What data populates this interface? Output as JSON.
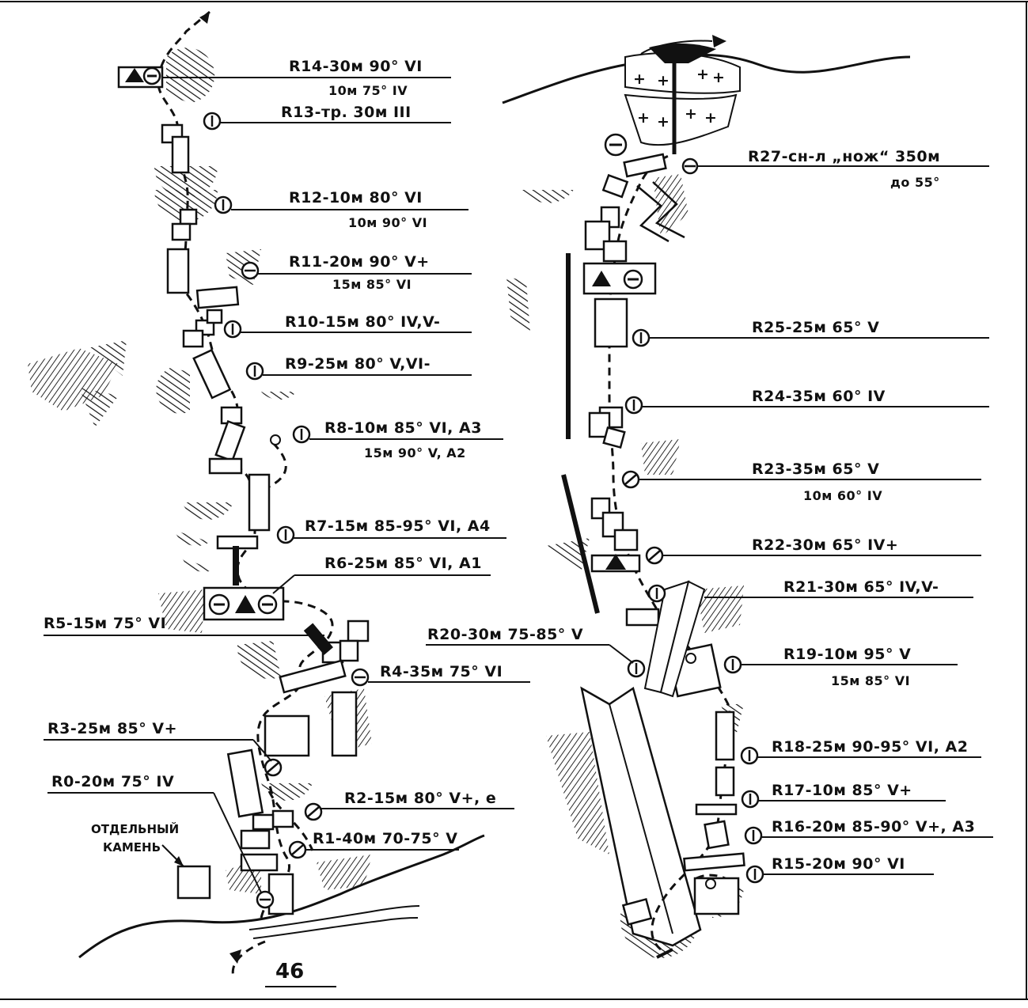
{
  "left_labels": [
    {
      "line1": "R14-30м 90° VI",
      "line2": "10м 75° IV"
    },
    {
      "line1": "R13-тр. 30м III",
      "line2": ""
    },
    {
      "line1": "R12-10м 80° VI",
      "line2": "10м 90° VI"
    },
    {
      "line1": "R11-20м 90° V+",
      "line2": "15м 85° VI"
    },
    {
      "line1": "R10-15м 80° IV,V-",
      "line2": ""
    },
    {
      "line1": "R9-25м 80° V,VI-",
      "line2": ""
    },
    {
      "line1": "R8-10м 85° VI, A3",
      "line2": "15м 90° V, A2"
    },
    {
      "line1": "R7-15м 85-95° VI, A4",
      "line2": ""
    },
    {
      "line1": "R6-25м 85° VI, A1",
      "line2": ""
    },
    {
      "line1": "R5-15м 75° VI",
      "line2": ""
    },
    {
      "line1": "R4-35м 75° VI",
      "line2": ""
    },
    {
      "line1": "R3-25м 85° V+",
      "line2": ""
    },
    {
      "line1": "R0-20м 75° IV",
      "line2": ""
    },
    {
      "line1": "R2-15м 80° V+, e",
      "line2": ""
    },
    {
      "line1": "R1-40м 70-75° V",
      "line2": ""
    }
  ],
  "right_labels": [
    {
      "line1": "R27-сн-л „нож“ 350м",
      "line2": "до 55°"
    },
    {
      "line1": "R25-25м 65° V",
      "line2": ""
    },
    {
      "line1": "R24-35м 60° IV",
      "line2": ""
    },
    {
      "line1": "R23-35м 65° V",
      "line2": "10м 60° IV"
    },
    {
      "line1": "R22-30м 65° IV+",
      "line2": ""
    },
    {
      "line1": "R21-30м 65° IV,V-",
      "line2": ""
    },
    {
      "line1": "R20-30м 75-85° V",
      "line2": ""
    },
    {
      "line1": "R19-10м 95° V",
      "line2": "15м 85° VI"
    },
    {
      "line1": "R18-25м 90-95° VI, A2",
      "line2": ""
    },
    {
      "line1": "R17-10м 85° V+",
      "line2": ""
    },
    {
      "line1": "R16-20м 85-90° V+, A3",
      "line2": ""
    },
    {
      "line1": "R15-20м 90° VI",
      "line2": ""
    }
  ],
  "stone_note": {
    "line1": "ОТДЕЛЬНЫЙ",
    "line2": "КАМЕНЬ"
  },
  "page_number": "46"
}
